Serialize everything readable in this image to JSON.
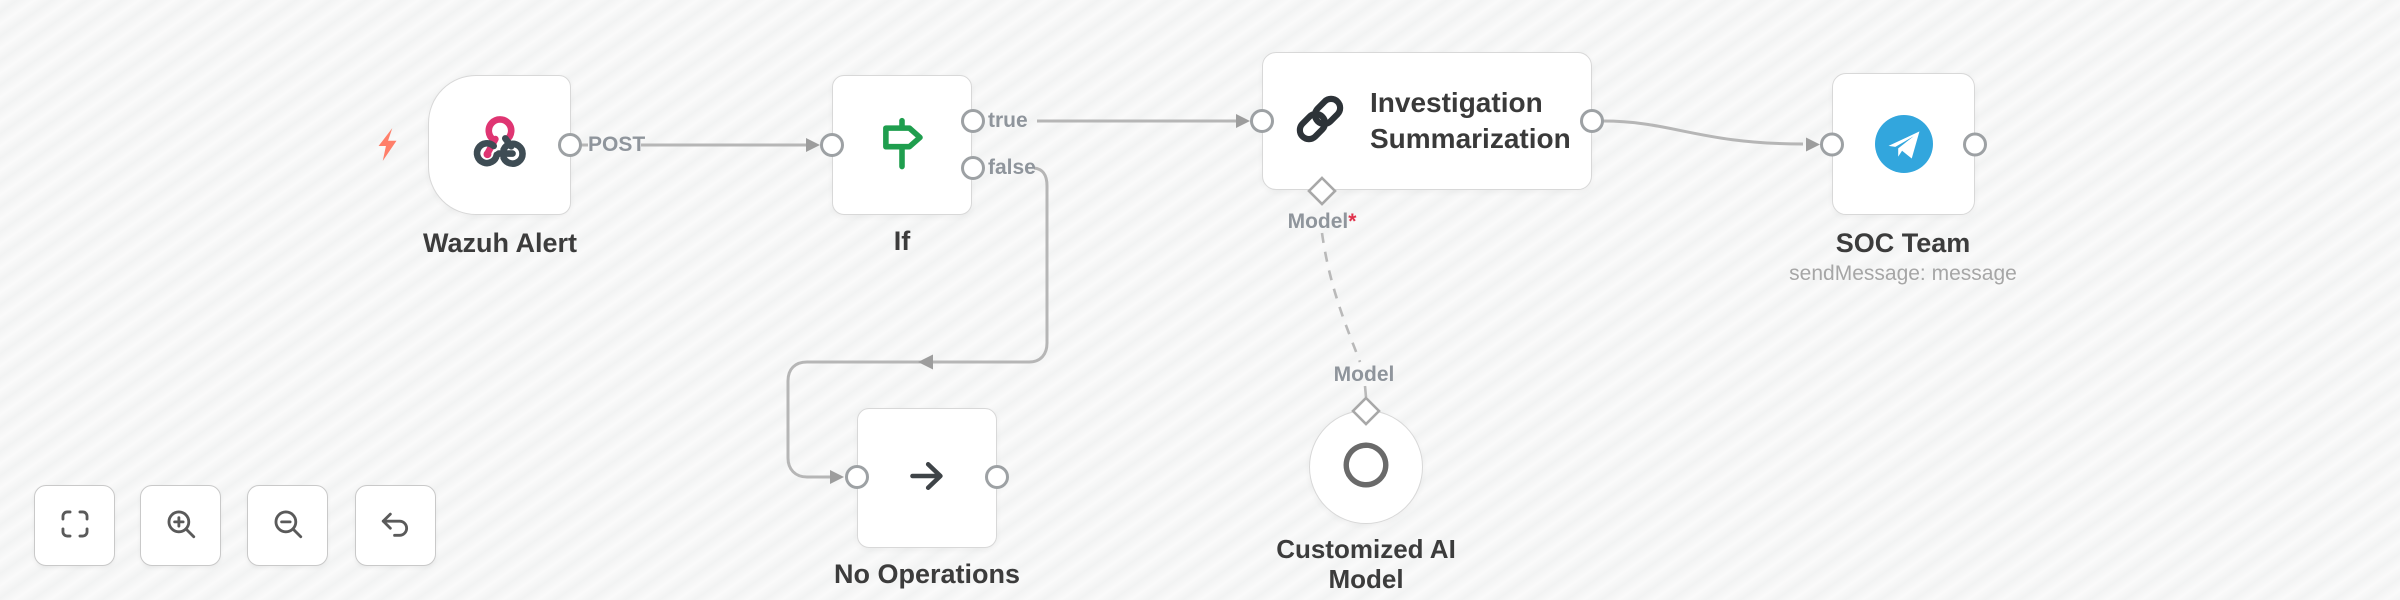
{
  "canvas": {
    "background": "#f8f8f8",
    "stripe_color": "#f2f3f3"
  },
  "nodes": {
    "wazuh": {
      "name": "Wazuh Alert",
      "output_label": "POST",
      "type": "webhook-trigger"
    },
    "if": {
      "name": "If",
      "true_label": "true",
      "false_label": "false"
    },
    "noop": {
      "name": "No Operations"
    },
    "investigation": {
      "name": "Investigation Summarization",
      "model_port_label": "Model",
      "required_marker": "*"
    },
    "ai_model": {
      "name": "Customized AI Model",
      "output_port_label": "Model"
    },
    "soc": {
      "name": "SOC Team",
      "subtitle": "sendMessage: message"
    }
  },
  "connections": [
    {
      "from": "Wazuh Alert",
      "from_output": "POST",
      "to": "If"
    },
    {
      "from": "If",
      "from_output": "true",
      "to": "Investigation Summarization"
    },
    {
      "from": "If",
      "from_output": "false",
      "to": "No Operations"
    },
    {
      "from": "Investigation Summarization",
      "to": "SOC Team"
    },
    {
      "from": "Customized AI Model",
      "from_output": "Model",
      "to": "Investigation Summarization",
      "to_input": "Model",
      "style": "dashed"
    }
  ],
  "icons": {
    "wazuh": "webhook-icon",
    "if": "signpost-icon",
    "noop": "arrow-right-icon",
    "investigation": "link-icon",
    "ai_model": "openai-icon",
    "soc": "telegram-icon",
    "trigger_badge": "lightning-icon",
    "toolbar": [
      "zoom-to-fit-icon",
      "zoom-in-icon",
      "zoom-out-icon",
      "undo-icon"
    ]
  },
  "colors": {
    "webhook_pink": "#df3572",
    "webhook_dark": "#3e4c54",
    "if_green": "#1f9e4e",
    "telegram_blue": "#32a6dd",
    "openai_gray": "#6a6a6a",
    "lightning_orange": "#ff7f6a",
    "connector_gray": "#b6b6b6"
  }
}
